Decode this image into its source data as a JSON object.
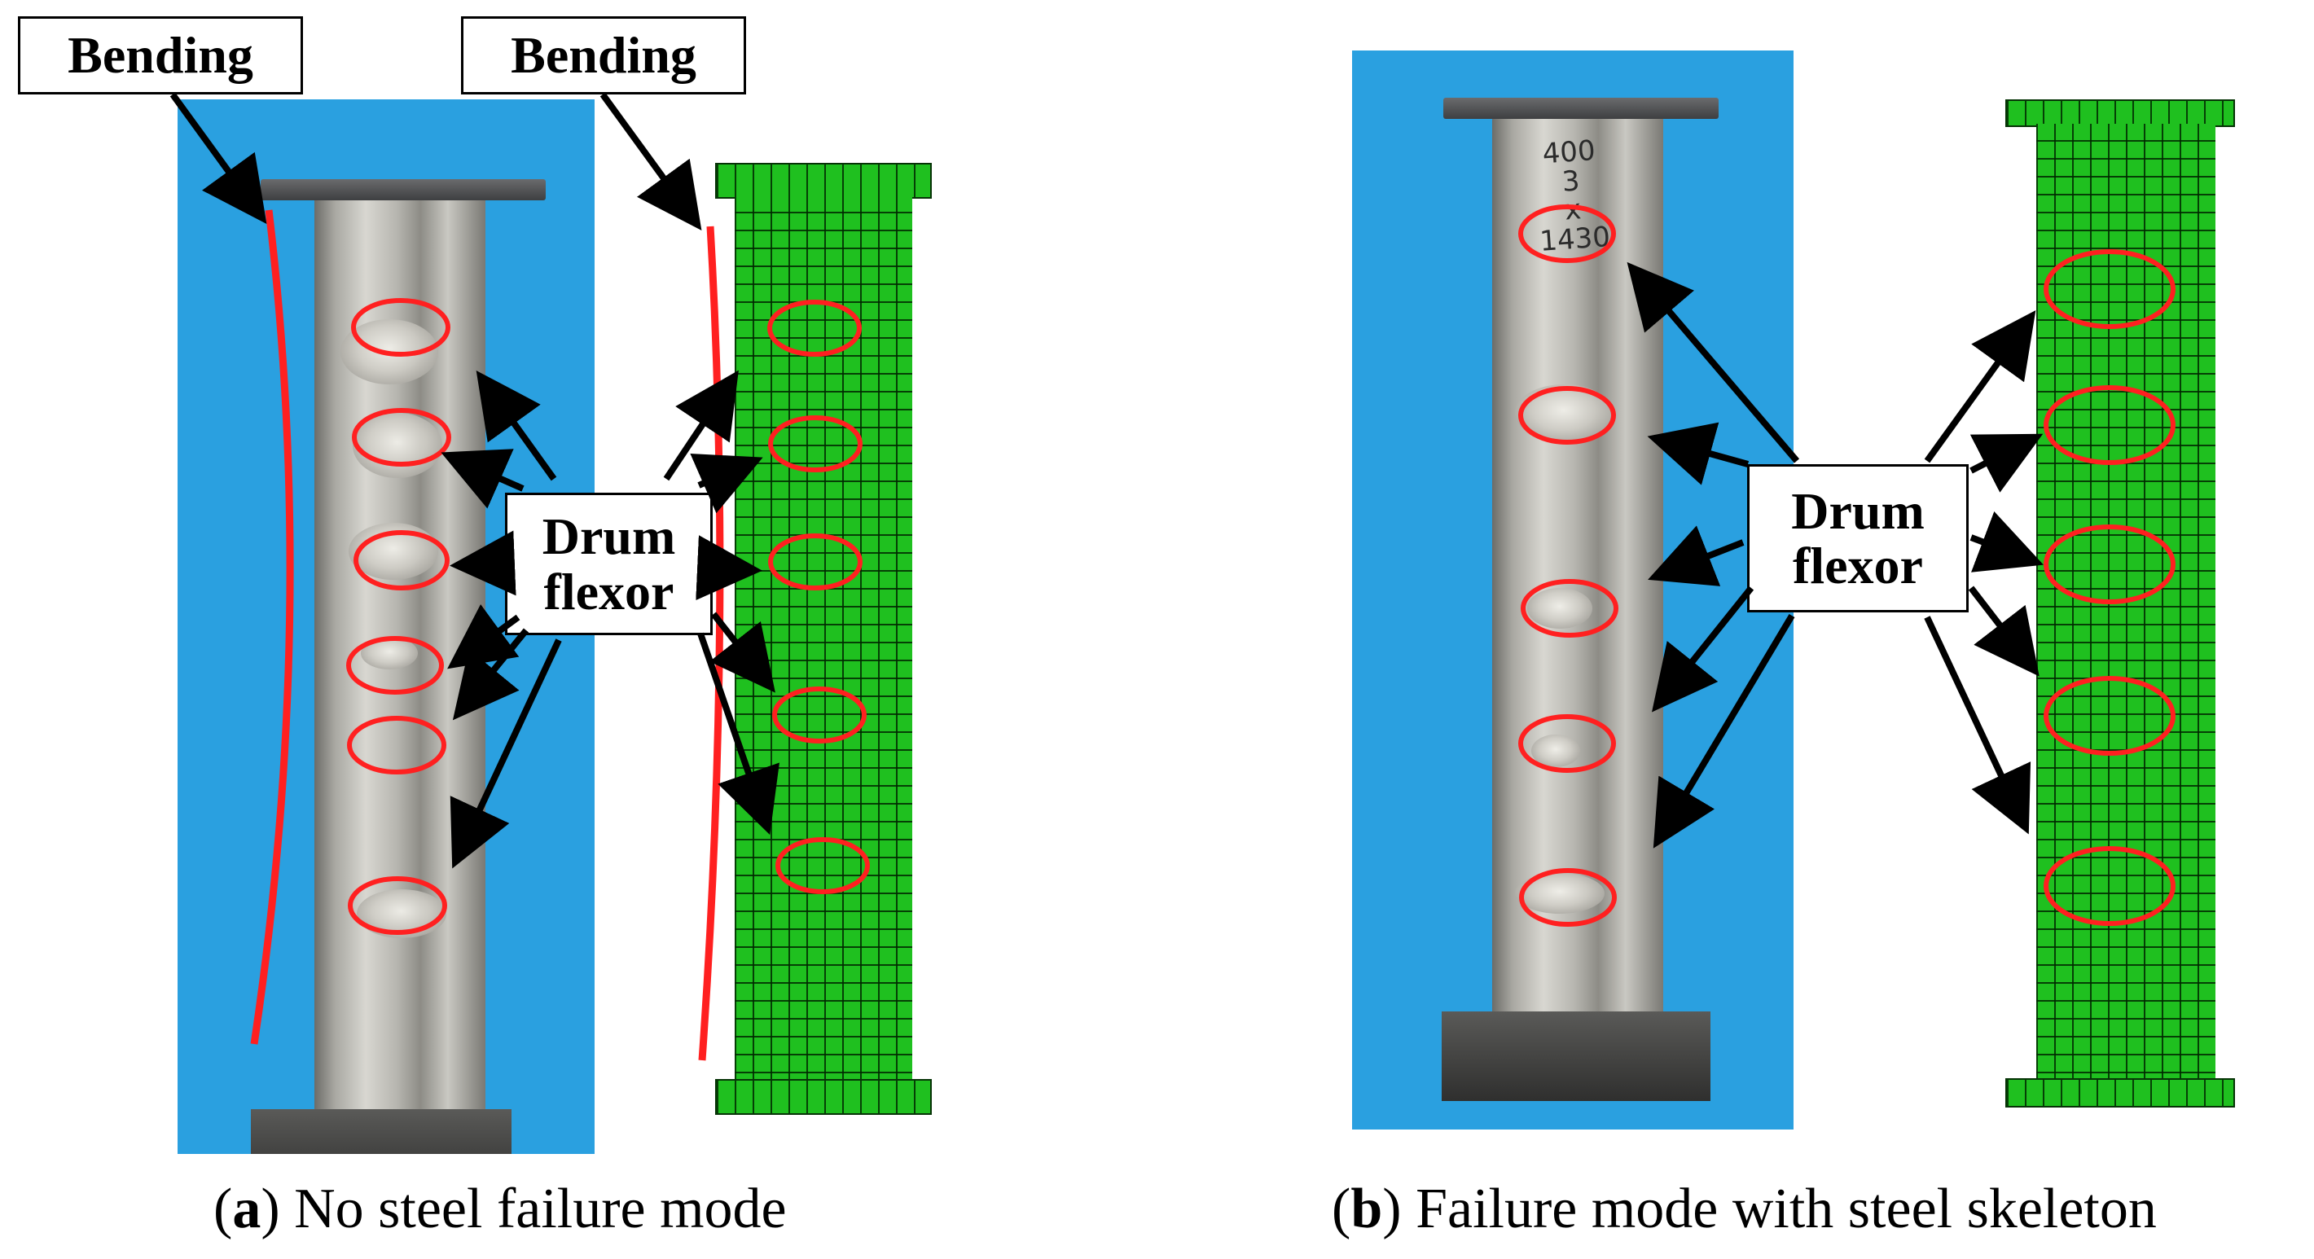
{
  "labels": {
    "bending_left": "Bending",
    "bending_right": "Bending",
    "drum_flexor_a": [
      "Drum",
      "flexor"
    ],
    "drum_flexor_b": [
      "Drum",
      "flexor"
    ]
  },
  "captions": {
    "a_letter": "a",
    "a_text": " No steel failure mode",
    "b_letter": "b",
    "b_text": " Failure mode with steel skeleton"
  },
  "specimen_marking": [
    "400",
    "3",
    "x",
    "1430"
  ],
  "colors": {
    "background_blue": "#2aa0e0",
    "fem_green": "#1fc01f",
    "highlight_red": "#ff2020",
    "arrow": "#000000"
  }
}
